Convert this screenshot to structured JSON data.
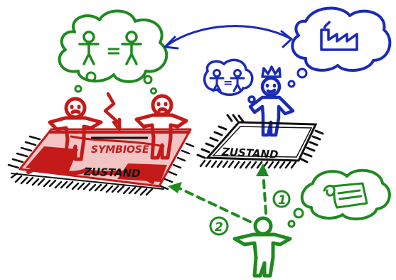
{
  "labels": {
    "symbiose": "SYMBIOSE",
    "zustand_left": "ZUSTAND",
    "zustand_right": "ZUSTAND",
    "equals_left": "=",
    "equals_right": "=",
    "step_1": "1",
    "step_2": "2"
  },
  "colors": {
    "green": "#1f8a1f",
    "red": "#c41a1a",
    "blue": "#1a2ab8",
    "black": "#111111"
  },
  "icons": [
    "thought-cloud-icon",
    "factory-icon",
    "crown-icon",
    "paper-roll-icon",
    "lightning-icon",
    "person-icon"
  ]
}
